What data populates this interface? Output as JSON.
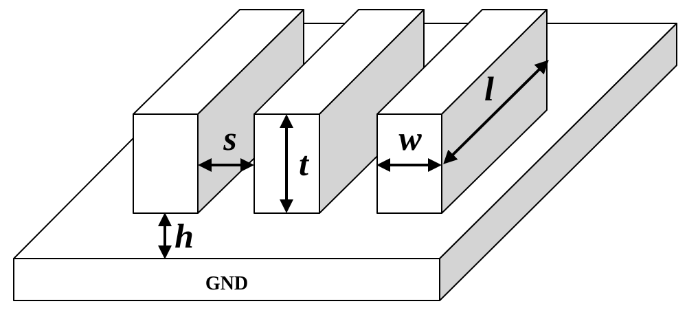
{
  "labels": {
    "ground": "GND",
    "spacing": "s",
    "thickness": "t",
    "width": "w",
    "length": "l",
    "height": "h"
  },
  "colors": {
    "side_face": "#d4d4d4",
    "front_face": "#ffffff",
    "stroke": "#000000"
  }
}
